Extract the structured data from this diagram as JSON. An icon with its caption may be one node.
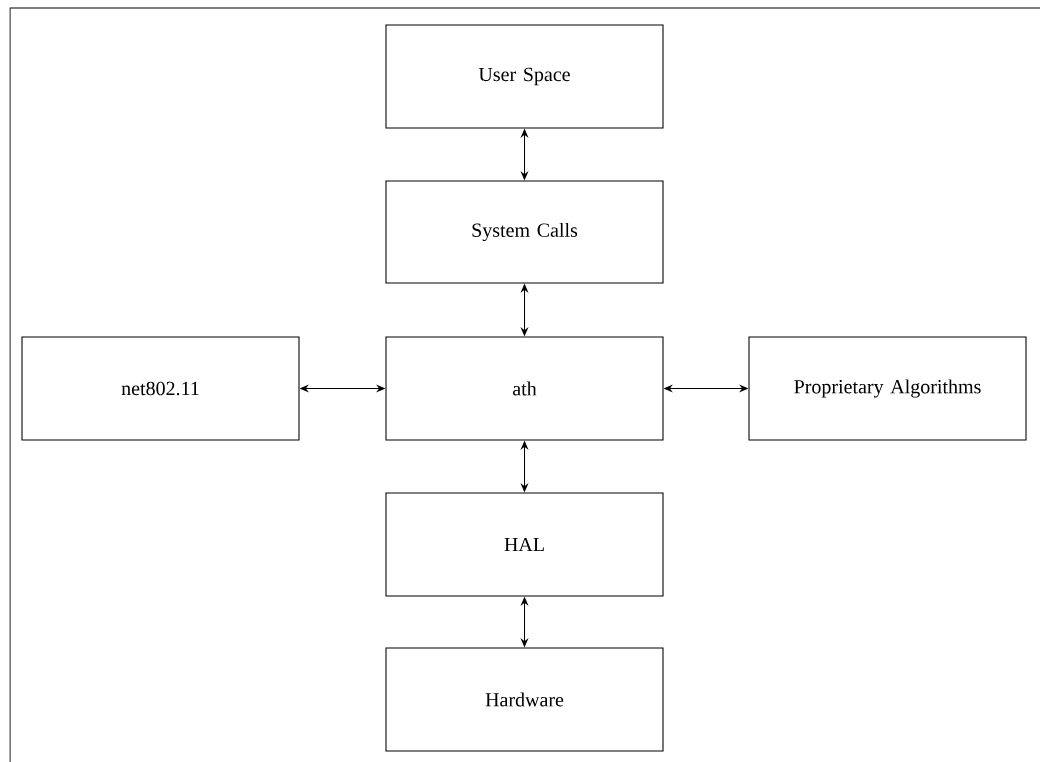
{
  "diagram": {
    "nodes": [
      {
        "text": [
          "User Space"
        ]
      },
      {
        "text": [
          "System Calls"
        ]
      },
      {
        "text": [
          "net802.11"
        ]
      },
      {
        "text": [
          "ath"
        ]
      },
      {
        "text": [
          "Proprietary Algorithms"
        ]
      },
      {
        "text": [
          "HAL"
        ]
      },
      {
        "text": [
          "Hardware"
        ]
      }
    ],
    "edges": [
      {
        "from": 0,
        "to": 1,
        "arrow": "both"
      },
      {
        "from": 1,
        "to": 3,
        "arrow": "both"
      },
      {
        "from": 2,
        "to": 3,
        "arrow": "both"
      },
      {
        "from": 3,
        "to": 4,
        "arrow": "both"
      },
      {
        "from": 3,
        "to": 5,
        "arrow": "both"
      },
      {
        "from": 5,
        "to": 6,
        "arrow": "both"
      }
    ]
  }
}
